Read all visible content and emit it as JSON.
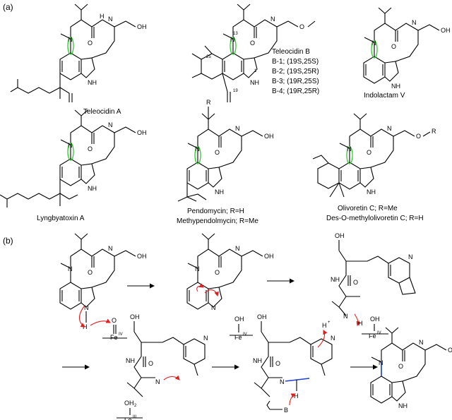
{
  "panels": {
    "a": "(a)",
    "b": "(b)"
  },
  "compounds": {
    "teleocidin_a": "Teleocidin A",
    "teleocidin_b": {
      "title": "Teleocidin B",
      "variants": [
        "B-1; (19S,25S)",
        "B-2; (19S,25R)",
        "B-3; (19R,25S)",
        "B-4; (19R,25R)"
      ]
    },
    "indolactam_v": "Indolactam V",
    "lyngbyatoxin_a": "Lyngbyatoxin A",
    "pendomycin": [
      "Pendomycin; R=H",
      "Methypendolmycin; R=Me"
    ],
    "olivoretin": [
      "Olivoretin C; R=Me",
      "Des-O-methylolivoretin C; R=H"
    ]
  },
  "atom_labels": {
    "N": "N",
    "H": "H",
    "NH": "NH",
    "O": "O",
    "OH": "OH",
    "R": "R",
    "OMe_group": "O",
    "num13": "13",
    "num1": "1",
    "num25": "25",
    "num19": "19"
  },
  "mechanism": {
    "fe_iv": "Fe",
    "fe_iv_sup": "IV",
    "fe_iii": "Fe",
    "fe_iii_sup": "III",
    "oh": "OH",
    "oh2": "OH",
    "oh2_sub": "2",
    "h_plus": "H",
    "h_plus_sup": "+",
    "base": "B",
    "o_label": "O"
  },
  "colors": {
    "red_arrow": "#e02020",
    "blue_bond": "#1f3fd0",
    "green_highlight": "#2ecc2e"
  }
}
